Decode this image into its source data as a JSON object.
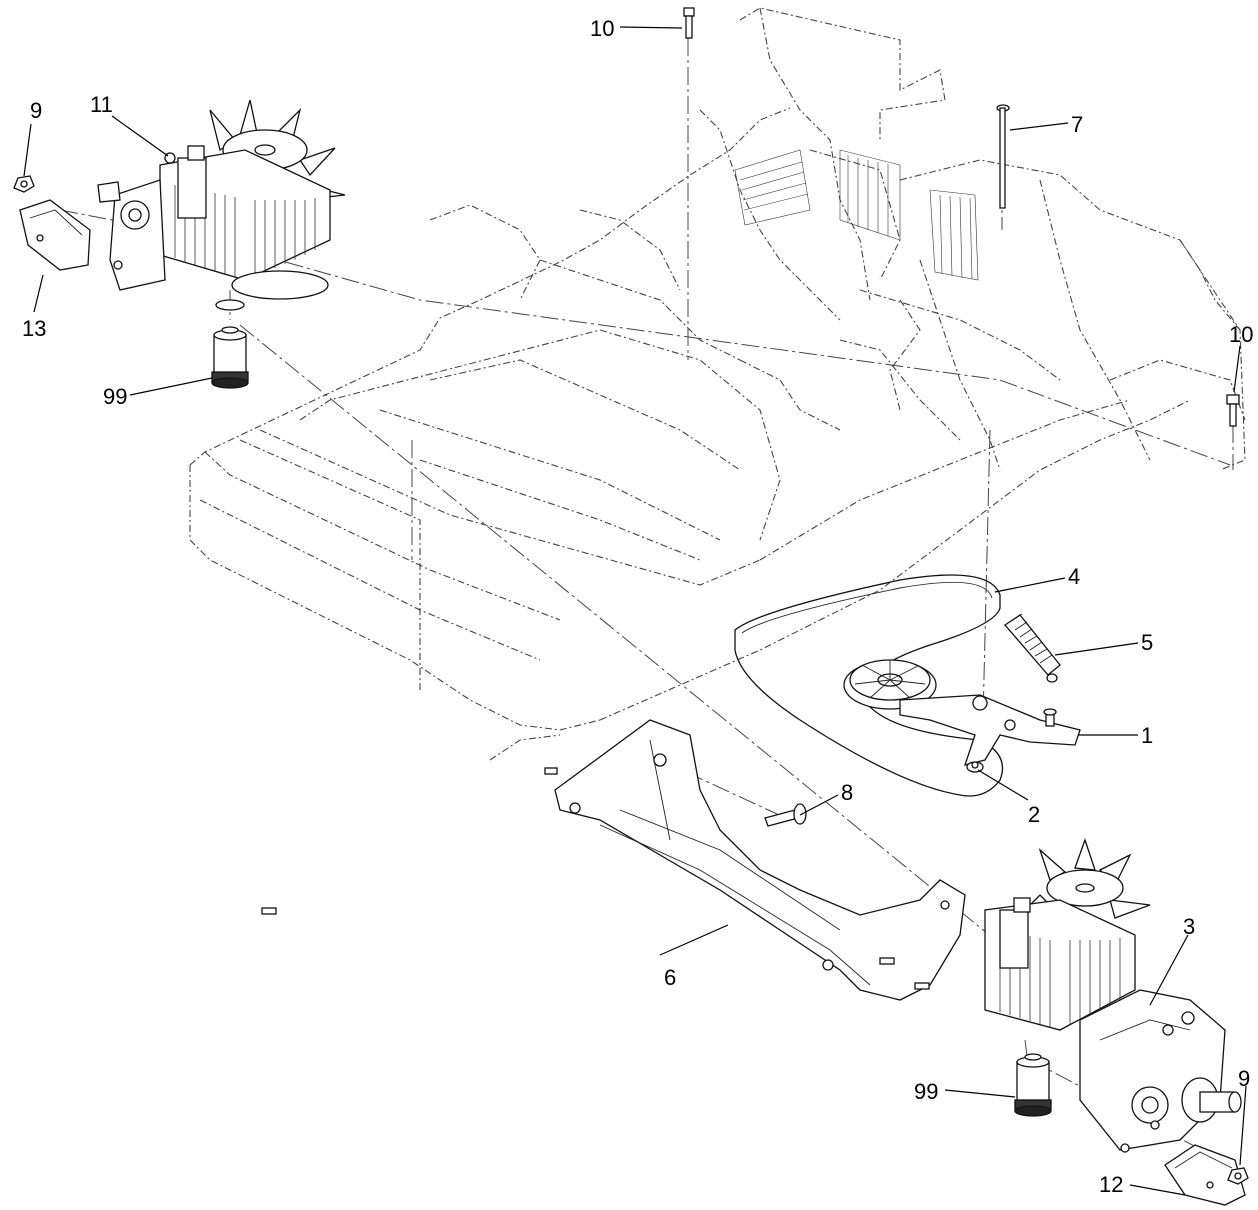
{
  "callouts": {
    "c1": "1",
    "c2": "2",
    "c3": "3",
    "c4": "4",
    "c5": "5",
    "c6": "6",
    "c7": "7",
    "c8": "8",
    "c9_top": "9",
    "c9_bottom": "9",
    "c10_top": "10",
    "c10_right": "10",
    "c11": "11",
    "c12": "12",
    "c13": "13",
    "c99_top": "99",
    "c99_bottom": "99"
  }
}
